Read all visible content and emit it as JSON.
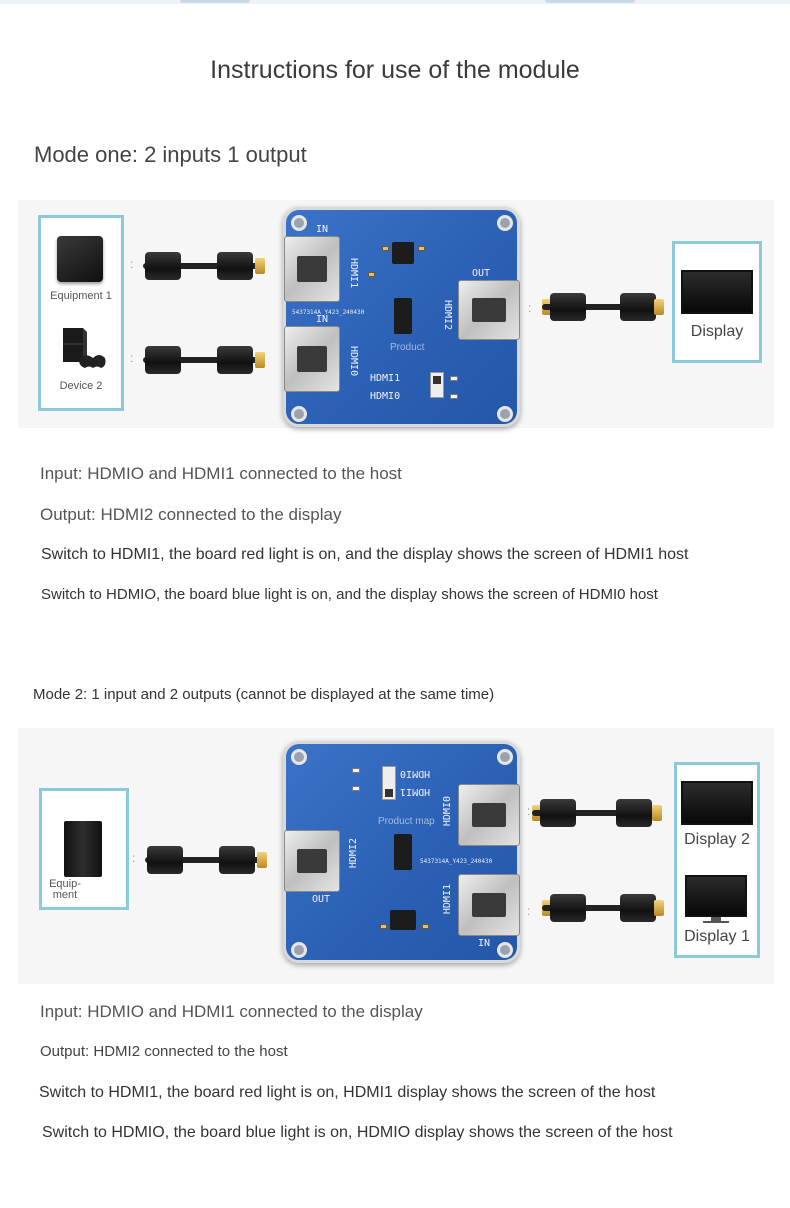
{
  "page": {
    "title": "Instructions for use of the module"
  },
  "mode1": {
    "title": "Mode one: 2 inputs 1 output",
    "devices": [
      "Equipment 1",
      "Device 2"
    ],
    "display": "Display",
    "board": {
      "watermark": "Product",
      "in_label": "IN",
      "out_label": "OUT",
      "hdmi1": "HDMI1",
      "hdmi0": "HDMI0",
      "hdmi2": "HDMI2",
      "serial": "5437314A_Y423_240430",
      "switch_hdmi1": "HDMI1",
      "switch_hdmi0": "HDMI0"
    },
    "lines": [
      "Input: HDMIO and HDMI1 connected to the host",
      "Output: HDMI2 connected to the display",
      "Switch to HDMI1, the board red light is on, and the display shows the screen of HDMI1 host",
      "Switch to HDMIO, the board blue light is on, and the display shows the screen of HDMI0 host"
    ]
  },
  "mode2": {
    "title": "Mode 2: 1 input and 2 outputs (cannot be displayed at the same time)",
    "device": "Equip-\nment",
    "displays": [
      "Display 2",
      "Display 1"
    ],
    "board": {
      "watermark": "Product map",
      "in_label": "IN",
      "out_label": "OUT",
      "hdmi1": "HDMI1",
      "hdmi0": "HDMI0",
      "hdmi2": "HDMI2",
      "serial": "5437314A_Y423_240430"
    },
    "lines": [
      "Input: HDMIO and HDMI1 connected to the display",
      "Output: HDMI2 connected to the host",
      "Switch to HDMI1, the board red light is on, HDMI1 display shows the screen of the host",
      "Switch to HDMIO, the board blue light is on, HDMIO display shows the screen of the host"
    ]
  },
  "colors": {
    "box_border": "#8ccad9",
    "pcb_blue": "#2a5fb3",
    "connector_gold": "#d7ab45"
  },
  "icons": [
    "game-console-icon",
    "ps4-console-icon",
    "tv-icon",
    "monitor-icon",
    "pc-tower-icon",
    "hdmi-cable-icon"
  ]
}
